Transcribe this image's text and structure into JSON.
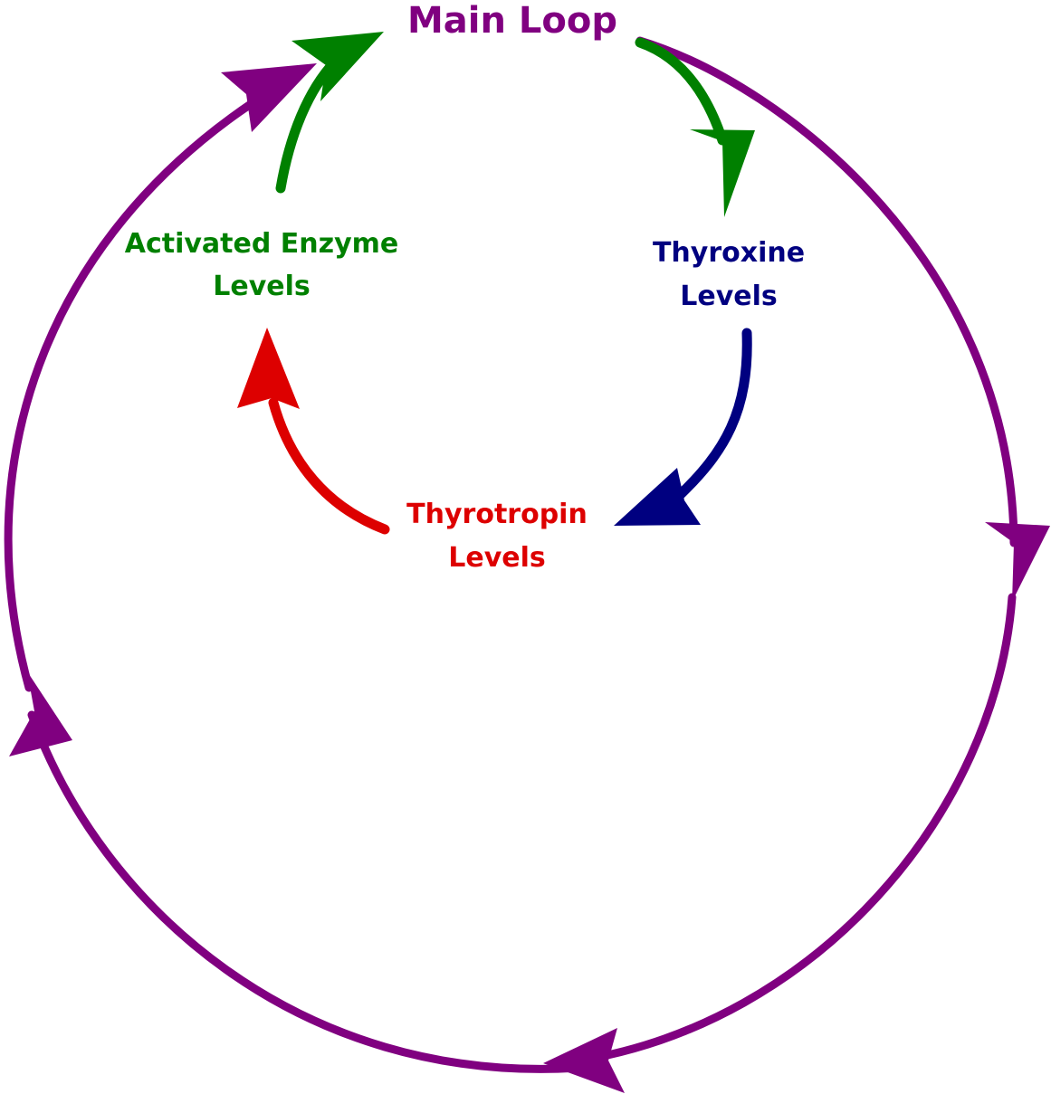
{
  "title": "Main Loop",
  "nodes": {
    "enzyme": {
      "line1": "Activated Enzyme",
      "line2": "Levels"
    },
    "thyroxine": {
      "line1": "Thyroxine",
      "line2": "Levels"
    },
    "thyrotropin": {
      "line1": "Thyrotropin",
      "line2": "Levels"
    }
  },
  "colors": {
    "main_loop": "#800080",
    "enzyme": "#008000",
    "thyroxine": "#000080",
    "thyrotropin": "#dd0000"
  }
}
